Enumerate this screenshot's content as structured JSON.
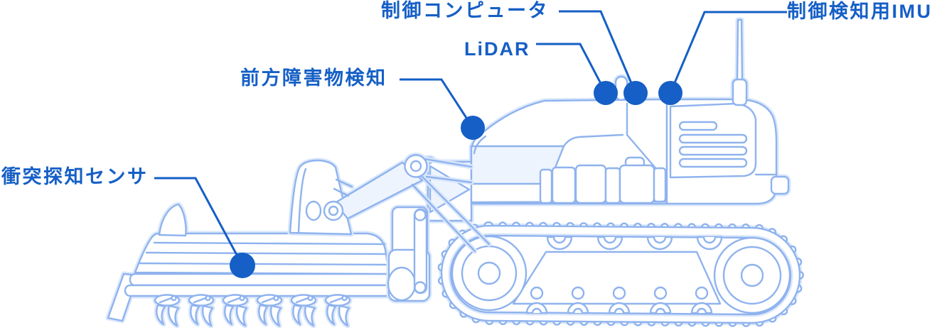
{
  "diagram": {
    "labels": [
      {
        "id": "collision-sensor",
        "text": "衝突探知センサ"
      },
      {
        "id": "front-obstacle-detection",
        "text": "前方障害物検知"
      },
      {
        "id": "lidar",
        "text": "LiDAR"
      },
      {
        "id": "control-computer",
        "text": "制御コンピュータ"
      },
      {
        "id": "control-imu",
        "text": "制御検知用IMU"
      }
    ]
  },
  "colors": {
    "accent": "#155FC6",
    "machine_line": "#8FB3EE",
    "machine_halo": "#DAE7FC",
    "pale_fill": "#EEF4FE",
    "background": "#FFFFFF"
  }
}
